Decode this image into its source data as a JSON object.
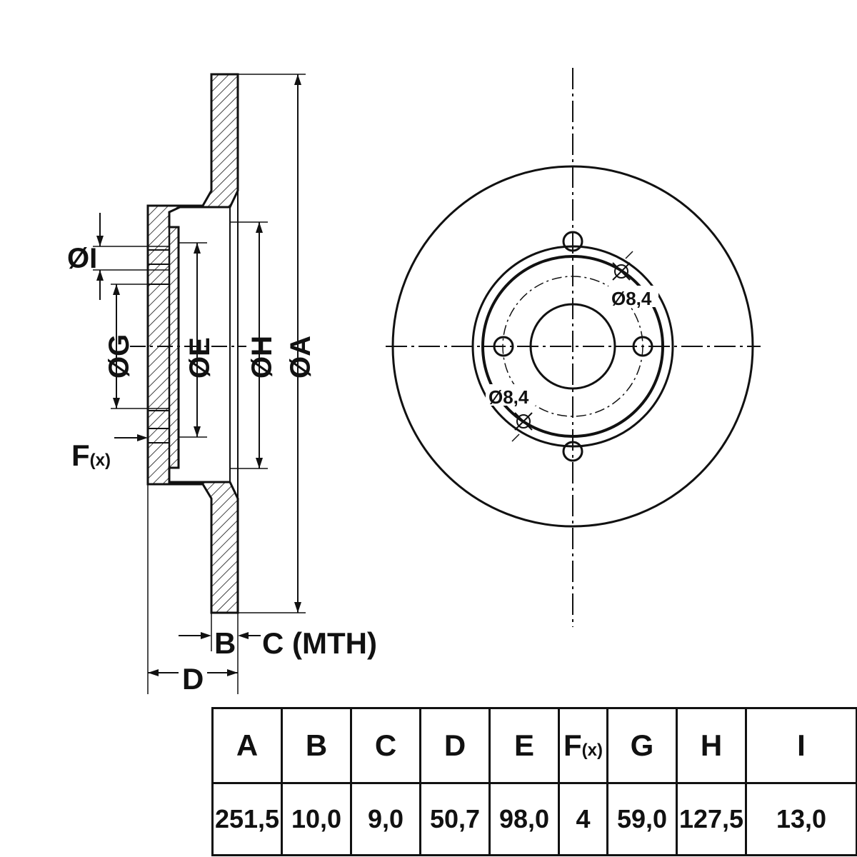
{
  "side_view": {
    "label_I": "ØI",
    "label_G": "ØG",
    "label_E": "ØE",
    "label_H": "ØH",
    "label_A": "ØA",
    "label_F": "F",
    "label_F_sub": "(x)",
    "label_B": "B",
    "label_C": "C (MTH)",
    "label_D": "D"
  },
  "front_view": {
    "hole_label_upper": "Ø8,4",
    "hole_label_lower": "Ø8,4"
  },
  "spec_table": {
    "headers": {
      "A": "A",
      "B": "B",
      "C": "C",
      "D": "D",
      "E": "E",
      "F": "F",
      "F_sub": "(x)",
      "G": "G",
      "H": "H",
      "I": "I"
    },
    "values": {
      "A": "251,5",
      "B": "10,0",
      "C": "9,0",
      "D": "50,7",
      "E": "98,0",
      "F": "4",
      "G": "59,0",
      "H": "127,5",
      "I": "13,0"
    }
  }
}
